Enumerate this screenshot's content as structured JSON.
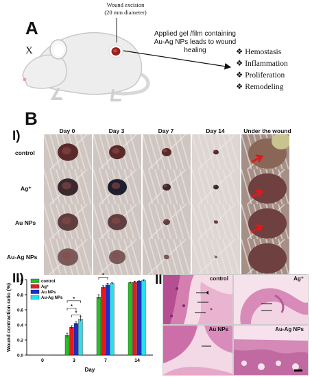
{
  "panel_a": {
    "letter": "A",
    "excision_label": "Wound excision",
    "excision_sub": "(20 mm diameter)",
    "applied_text": [
      "Applied gel /film containing",
      "Au-Ag NPs leads to wound",
      "healing"
    ],
    "stages": [
      "Hemostasis",
      "Inflammation",
      "Proliferation",
      "Remodeling"
    ],
    "mark": "X"
  },
  "panel_b": {
    "letter": "B",
    "sub_i": "I)",
    "columns": [
      "Day 0",
      "Day 3",
      "Day 7",
      "Day 14",
      "Under the wound"
    ],
    "rows": [
      "control",
      "Ag⁺",
      "Au NPs",
      "Au-Ag NPs"
    ]
  },
  "panel_ii": {
    "label": "II)"
  },
  "panel_iii": {
    "label": "III)",
    "labels": [
      "control",
      "Ag⁺",
      "Au NPs",
      "Au-Ag NPs"
    ]
  },
  "colors": {
    "control": "#22c322",
    "ag": "#e8191c",
    "au": "#1f2ec7",
    "auag": "#28e0f0"
  },
  "chart_data": {
    "type": "bar",
    "categories": [
      "0",
      "3",
      "7",
      "14"
    ],
    "xlabel": "Day",
    "ylabel": "Wound contraction ratio (%)",
    "ylim": [
      0.0,
      1.0
    ],
    "yticks": [
      "0.0",
      "0.2",
      "0.4",
      "0.6",
      "0.8",
      "1.0"
    ],
    "series": [
      {
        "name": "control",
        "values": [
          0.0,
          0.26,
          0.77,
          0.96
        ],
        "errors": [
          0,
          0.03,
          0.03,
          0.01
        ]
      },
      {
        "name": "Ag⁺",
        "values": [
          0.0,
          0.37,
          0.9,
          0.97
        ],
        "errors": [
          0,
          0.02,
          0.02,
          0.01
        ]
      },
      {
        "name": "Au NPs",
        "values": [
          0.0,
          0.42,
          0.93,
          0.98
        ],
        "errors": [
          0,
          0.02,
          0.02,
          0.01
        ]
      },
      {
        "name": "Au-Ag NPs",
        "values": [
          0.0,
          0.48,
          0.95,
          0.99
        ],
        "errors": [
          0,
          0.03,
          0.01,
          0.01
        ]
      }
    ],
    "annotations": [
      "*",
      "*",
      "*",
      "*",
      "*"
    ]
  }
}
